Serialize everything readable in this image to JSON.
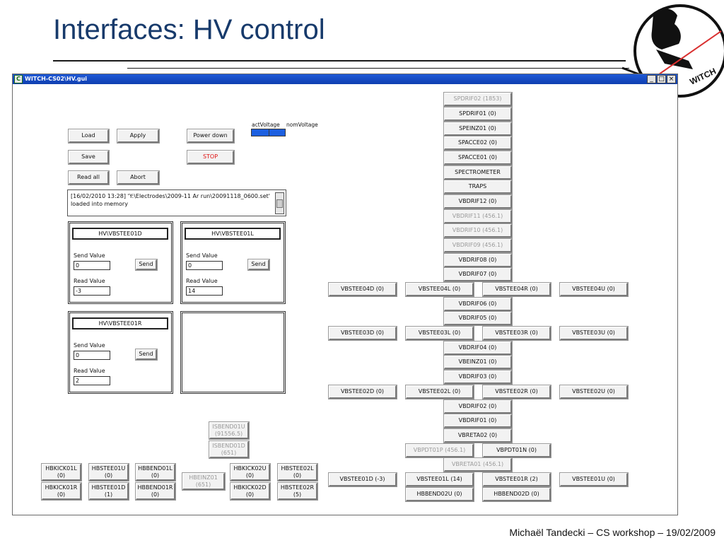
{
  "slide": {
    "title": "Interfaces: HV control",
    "footer": "Michaël Tandecki – CS workshop – 19/02/2009",
    "logo_text": "WITCH"
  },
  "window": {
    "title": "WITCH-CS02\\HV.gui",
    "controls": [
      "_",
      "□",
      "×"
    ]
  },
  "colors": {
    "title_blue": "#173a6b",
    "bar_blue": "#1c5fe0",
    "stop_red": "#e01010",
    "titlebar": "#1e58d6"
  },
  "toolbar": {
    "load": "Load",
    "apply": "Apply",
    "power_down": "Power down",
    "save": "Save",
    "stop": "STOP",
    "read_all": "Read all",
    "abort": "Abort"
  },
  "bars": {
    "act": "actVoltage",
    "nom": "nomVoltage"
  },
  "log": {
    "line1": "[16/02/2010 13:28] 'Y:\\Electrodes\\2009-11 Ar run\\20091118_0600.set'",
    "line2": "loaded into memory"
  },
  "panels": [
    {
      "title": "HV\\VBSTEE01D",
      "send_label": "Send Value",
      "send_value": "0",
      "send_button": "Send",
      "read_label": "Read Value",
      "read_value": "-3"
    },
    {
      "title": "HV\\VBSTEE01L",
      "send_label": "Send Value",
      "send_value": "0",
      "send_button": "Send",
      "read_label": "Read Value",
      "read_value": "14"
    },
    {
      "title": "HV\\VBSTEE01R",
      "send_label": "Send Value",
      "send_value": "0",
      "send_button": "Send",
      "read_label": "Read Value",
      "read_value": "2"
    }
  ],
  "column": [
    "SPDRIF02 (1853)",
    "SPDRIF01 (0)",
    "SPEINZ01 (0)",
    "SPACCE02 (0)",
    "SPACCE01 (0)",
    "SPECTROMETER",
    "TRAPS",
    "VBDRIF12 (0)",
    "VBDRIF11 (456.1)",
    "VBDRIF10 (456.1)",
    "VBDRIF09 (456.1)",
    "VBDRIF08 (0)",
    "VBDRIF07 (0)",
    "VBDRIF06 (0)",
    "VBDRIF05 (0)",
    "VBDRIF04 (0)",
    "VBEINZ01 (0)",
    "VBDRIF03 (0)",
    "VBDRIF02 (0)",
    "VBDRIF01 (0)",
    "VBRETA02 (0)",
    "VBRETA01 (456.1)"
  ],
  "tee04": [
    "VBSTEE04D (0)",
    "VBSTEE04L (0)",
    "VBSTEE04R (0)",
    "VBSTEE04U (0)"
  ],
  "tee03": [
    "VBSTEE03D (0)",
    "VBSTEE03L (0)",
    "VBSTEE03R (0)",
    "VBSTEE03U (0)"
  ],
  "tee02": [
    "VBSTEE02D (0)",
    "VBSTEE02L (0)",
    "VBSTEE02R (0)",
    "VBSTEE02U (0)"
  ],
  "tee01": [
    "VBSTEE01D (-3)",
    "VBSTEE01L (14)",
    "VBSTEE01R (2)",
    "VBSTEE01U (0)"
  ],
  "pdt": [
    "VBPDT01P (456.1)",
    "VBPDT01N (0)"
  ],
  "hbbend": [
    "HBBEND02U (0)",
    "HBBEND02D (0)"
  ],
  "isbend": [
    "ISBEND01U (91556.5)",
    "ISBEND01D (651)"
  ],
  "hbeinz": "HBEINZ01 (651)",
  "hb_top": [
    "HBKICK01L (0)",
    "HBSTEE01U (0)",
    "HBBEND01L (0)",
    "HBKICK02U (0)",
    "HBSTEE02L (0)"
  ],
  "hb_bot": [
    "HBKICK01R (0)",
    "HBSTEE01D (1)",
    "HBBEND01R (0)",
    "HBKICK02D (0)",
    "HBSTEE02R (5)"
  ]
}
